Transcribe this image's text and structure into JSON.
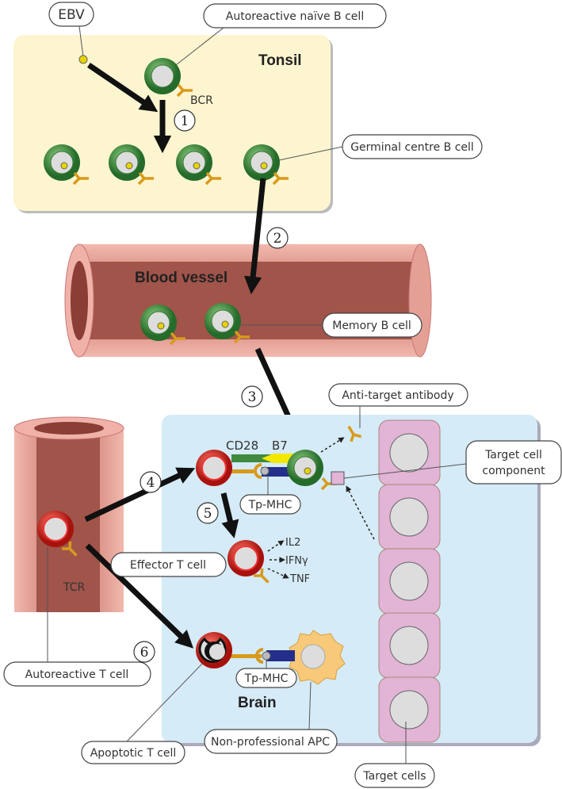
{
  "labels": {
    "ebv": "EBV",
    "naive_b_cell": "Autoreactive naïve B cell",
    "tonsil": "Tonsil",
    "bcr": "BCR",
    "germinal_centre_b_cell": "Germinal centre B cell",
    "blood_vessel": "Blood vessel",
    "memory_b_cell": "Memory B cell",
    "anti_target_antibody": "Anti-target antibody",
    "target_cell_component_1": "Target cell",
    "target_cell_component_2": "component",
    "cd28": "CD28",
    "b7": "B7",
    "tp_mhc_top": "Tp-MHC",
    "tp_mhc_bottom": "Tp-MHC",
    "effector_t_cell": "Effector T cell",
    "il2": "IL2",
    "ifng": "IFNγ",
    "tnf": "TNF",
    "tcr": "TCR",
    "autoreactive_t_cell": "Autoreactive T cell",
    "brain": "Brain",
    "apoptotic_t_cell": "Apoptotic T cell",
    "non_professional_apc": "Non-professional APC",
    "target_cells": "Target cells"
  },
  "steps": [
    "1",
    "2",
    "3",
    "4",
    "5",
    "6"
  ],
  "colors": {
    "tonsil": "#fcf5cf",
    "brain": "#d5ebf7",
    "vessel": "#e8a79e",
    "b_cell": "#3f8a3f",
    "t_cell": "#d9231c",
    "target_cell": "#e2b4d6",
    "receptor": "#e0a020",
    "apc": "#f7c978"
  }
}
